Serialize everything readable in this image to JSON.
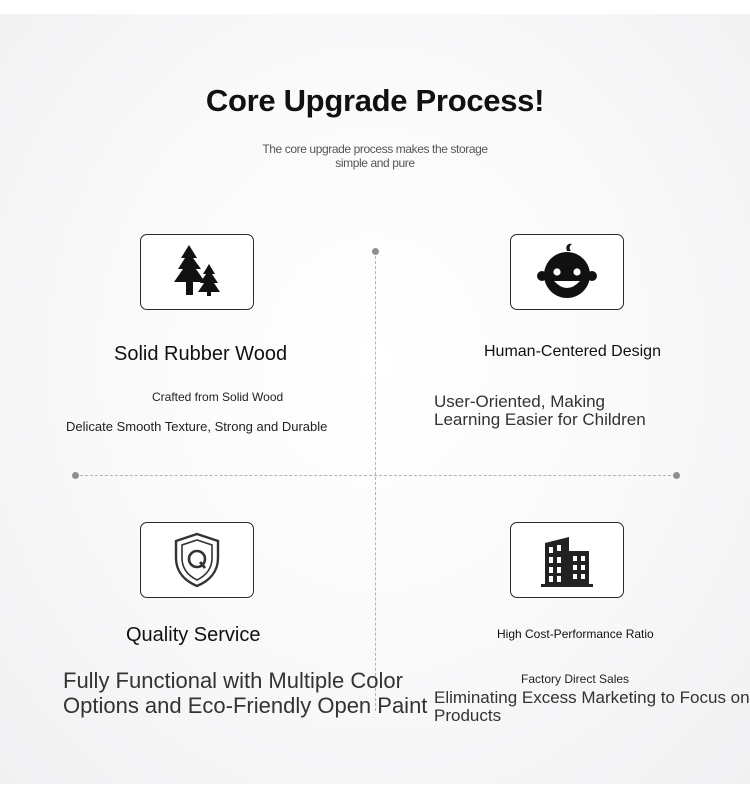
{
  "header": {
    "title": "Core Upgrade Process!",
    "subtitle": "The core upgrade process makes the storage simple and pure"
  },
  "features": {
    "wood": {
      "icon": "trees-icon",
      "title": "Solid Rubber Wood",
      "line1": "Crafted from Solid Wood",
      "line2": "Delicate Smooth Texture, Strong and Durable"
    },
    "design": {
      "icon": "child-face-icon",
      "title": "Human-Centered Design",
      "desc": "User-Oriented, Making Learning Easier for Children"
    },
    "quality": {
      "icon": "shield-q-icon",
      "title": "Quality Service",
      "desc": "Fully Functional with Multiple Color Options and Eco-Friendly Open Paint"
    },
    "price": {
      "icon": "building-icon",
      "title": "High Cost-Performance Ratio",
      "line1": "Factory Direct Sales",
      "desc": "Eliminating Excess Marketing to Focus on Products"
    }
  }
}
